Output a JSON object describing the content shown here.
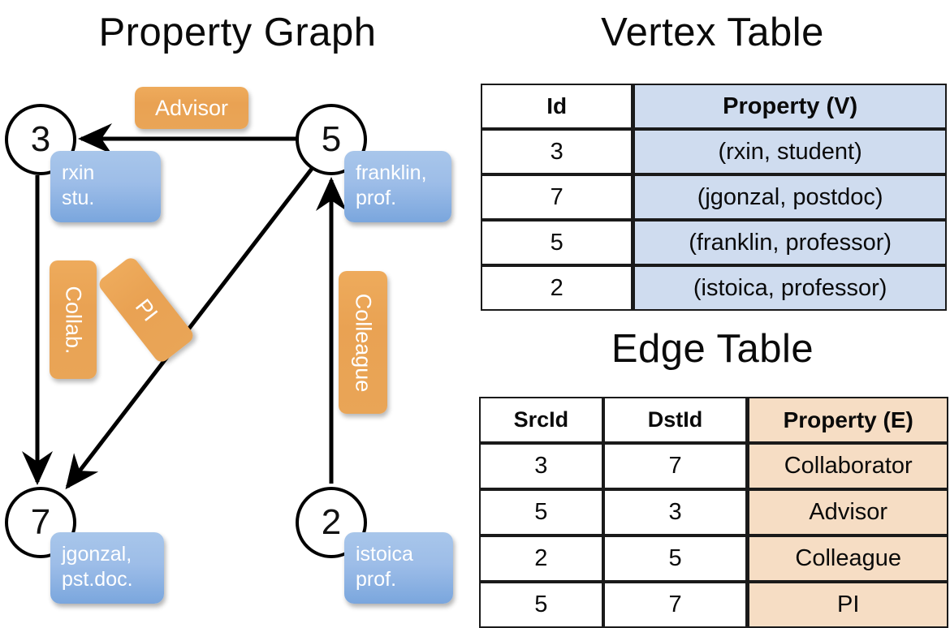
{
  "titles": {
    "property_graph": "Property Graph",
    "vertex_table": "Vertex Table",
    "edge_table": "Edge Table"
  },
  "graph": {
    "nodes": [
      {
        "id": "3",
        "label": "3",
        "property": "rxin\nstu."
      },
      {
        "id": "5",
        "label": "5",
        "property": "franklin,\nprof."
      },
      {
        "id": "7",
        "label": "7",
        "property": "jgonzal,\npst.doc."
      },
      {
        "id": "2",
        "label": "2",
        "property": "istoica\nprof."
      }
    ],
    "edge_labels": {
      "advisor": "Advisor",
      "collab": "Collab.",
      "pi": "PI",
      "colleague": "Colleague"
    },
    "edges": [
      {
        "from": "5",
        "to": "3",
        "label": "Advisor"
      },
      {
        "from": "3",
        "to": "7",
        "label": "Collab."
      },
      {
        "from": "5",
        "to": "7",
        "label": "PI"
      },
      {
        "from": "2",
        "to": "5",
        "label": "Colleague"
      }
    ]
  },
  "vertex_table": {
    "headers": {
      "id": "Id",
      "property": "Property (V)"
    },
    "rows": [
      {
        "id": "3",
        "property": "(rxin, student)"
      },
      {
        "id": "7",
        "property": "(jgonzal, postdoc)"
      },
      {
        "id": "5",
        "property": "(franklin, professor)"
      },
      {
        "id": "2",
        "property": "(istoica, professor)"
      }
    ]
  },
  "edge_table": {
    "headers": {
      "src": "SrcId",
      "dst": "DstId",
      "property": "Property (E)"
    },
    "rows": [
      {
        "src": "3",
        "dst": "7",
        "property": "Collaborator"
      },
      {
        "src": "5",
        "dst": "3",
        "property": "Advisor"
      },
      {
        "src": "2",
        "dst": "5",
        "property": "Colleague"
      },
      {
        "src": "5",
        "dst": "7",
        "property": "PI"
      }
    ]
  },
  "colors": {
    "vertex_box": "#9dbde8",
    "edge_box": "#e9a253",
    "vertex_table_fill": "#cfdcef",
    "edge_table_fill": "#f6ddc4",
    "stroke": "#000000",
    "background": "#ffffff"
  }
}
